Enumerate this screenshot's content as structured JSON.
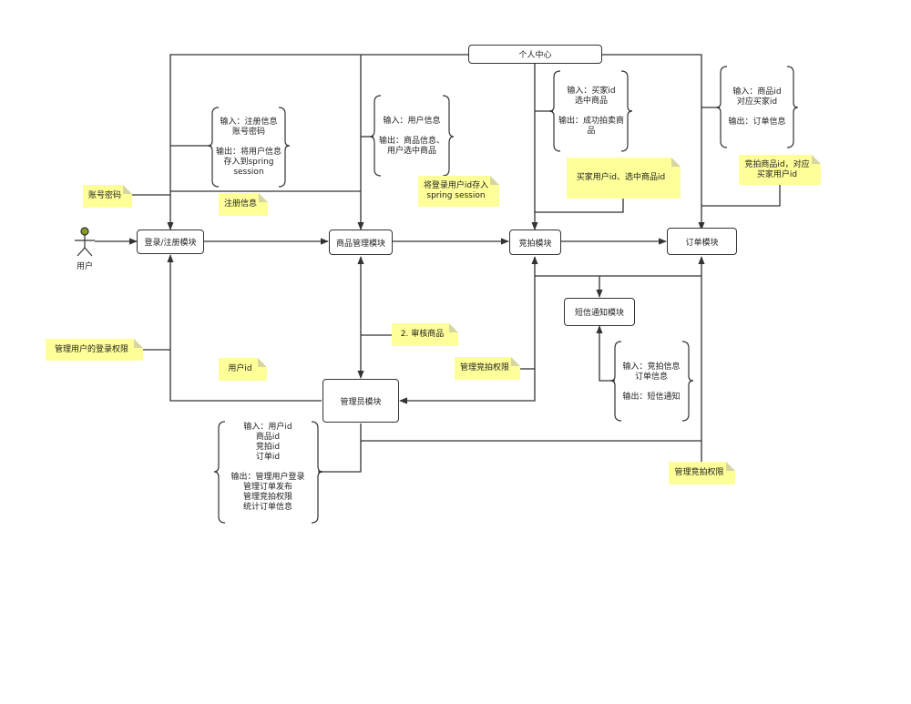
{
  "actor": {
    "label": "用户"
  },
  "boxes": {
    "personal_center": "个人中心",
    "login": "登录/注册模块",
    "goods": "商品管理模块",
    "auction": "竞拍模块",
    "order": "订单模块",
    "sms": "短信通知模块",
    "admin": "管理员模块"
  },
  "notes": {
    "account_password": "账号密码",
    "register_info": "注册信息",
    "store_session": "将登录用户id存入\nspring session",
    "buyer_selected": "买家用户id、选中商品id",
    "auction_goods_buyer": "竞拍商品id，对应\n买家用户id",
    "manage_login": "管理用户的登录权限",
    "user_id": "用户id",
    "review_goods": "2. 审核商品",
    "manage_auction_1": "管理竞拍权限",
    "manage_auction_2": "管理竞拍权限"
  },
  "braces": {
    "login_io": "输入：注册信息\n账号密码\n\n输出：将用户信息\n存入到spring\nsession",
    "goods_io": "输入：用户信息\n\n输出：商品信息、\n用户选中商品",
    "auction_io": "输入：买家id\n选中商品\n\n输出：成功拍卖商\n品",
    "order_io": "输入：商品id\n对应买家id\n\n输出：订单信息",
    "sms_io": "输入：竞拍信息\n订单信息\n\n输出：短信通知",
    "admin_io": "输入：用户id\n商品id\n竞拍id\n订单id\n\n输出：管理用户登录\n管理订单发布\n管理竞拍权限\n统计订单信息"
  }
}
